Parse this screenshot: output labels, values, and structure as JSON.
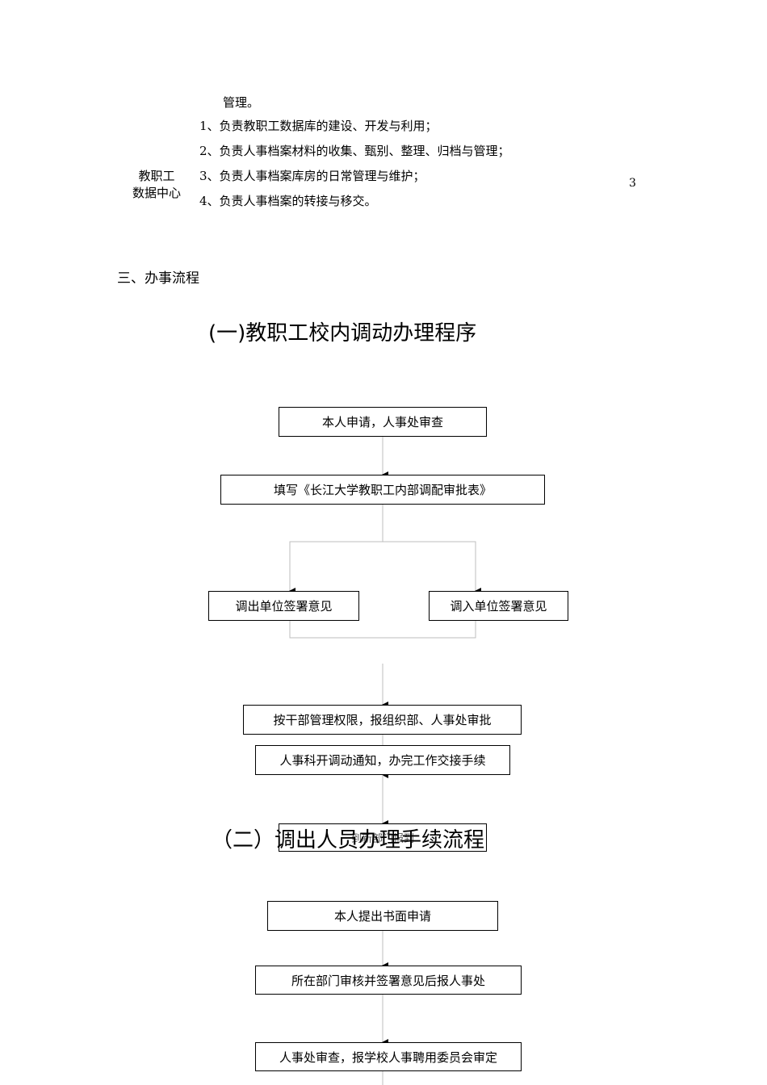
{
  "duty_table": {
    "continuation_line": "管理。",
    "unit_name_line1": "教职工",
    "unit_name_line2": "数据中心",
    "items": [
      "1、负责教职工数据库的建设、开发与利用；",
      "2、负责人事档案材料的收集、甄别、整理、归档与管理；",
      "3、负责人事档案库房的日常管理与维护；",
      "4、负责人事档案的转接与移交。"
    ],
    "staff_count": "3"
  },
  "section": {
    "heading": "三、办事流程"
  },
  "flow1": {
    "title": "(一)教职工校内调动办理程序",
    "step1": "本人申请，人事处审查",
    "step2": "填写《长江大学教职工内部调配审批表》",
    "branch_left": "调出单位签署意见",
    "branch_right": "调入单位签署意见",
    "step3": "按干部管理权限，报组织部、人事处审批",
    "step4": "人事科开调动通知，办完工作交接手续",
    "step5_partial": "到新部门报到"
  },
  "flow2": {
    "title": "（二）调出人员办理手续流程",
    "step1": "本人提出书面申请",
    "step2": "所在部门审核并签署意见后报人事处",
    "step3": "人事处审查，报学校人事聘用委员会审定"
  }
}
